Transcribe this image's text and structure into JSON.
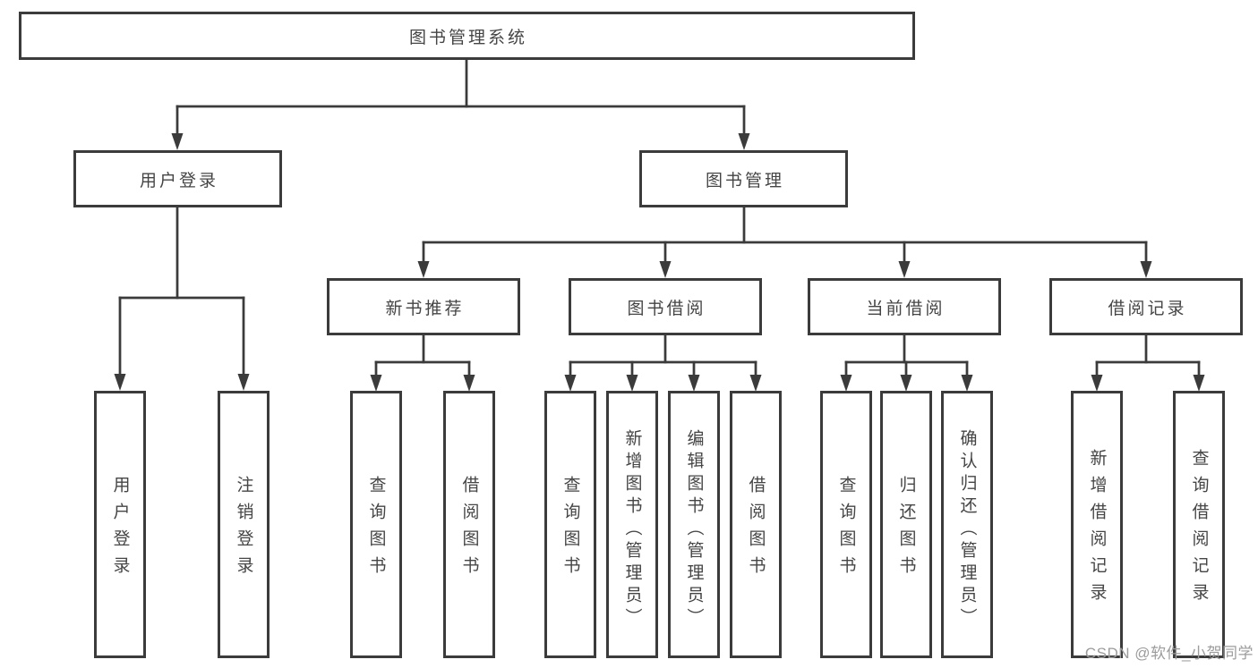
{
  "diagram": {
    "root": "图书管理系统",
    "level2": [
      "用户登录",
      "图书管理"
    ],
    "level3": [
      "新书推荐",
      "图书借阅",
      "当前借阅",
      "借阅记录"
    ],
    "leaves": [
      "用户登录",
      "注销登录",
      "查询图书",
      "借阅图书",
      "查询图书",
      "新增图书（管理员）",
      "编辑图书（管理员）",
      "借阅图书",
      "查询图书",
      "归还图书",
      "确认归还（管理员）",
      "新增借阅记录",
      "查询借阅记录"
    ]
  },
  "watermark": "CSDN @软件_小贺同学",
  "colors": {
    "line": "#3b3b3b",
    "text": "#454545",
    "watermark": "#9c9c9c",
    "background": "#ffffff"
  }
}
